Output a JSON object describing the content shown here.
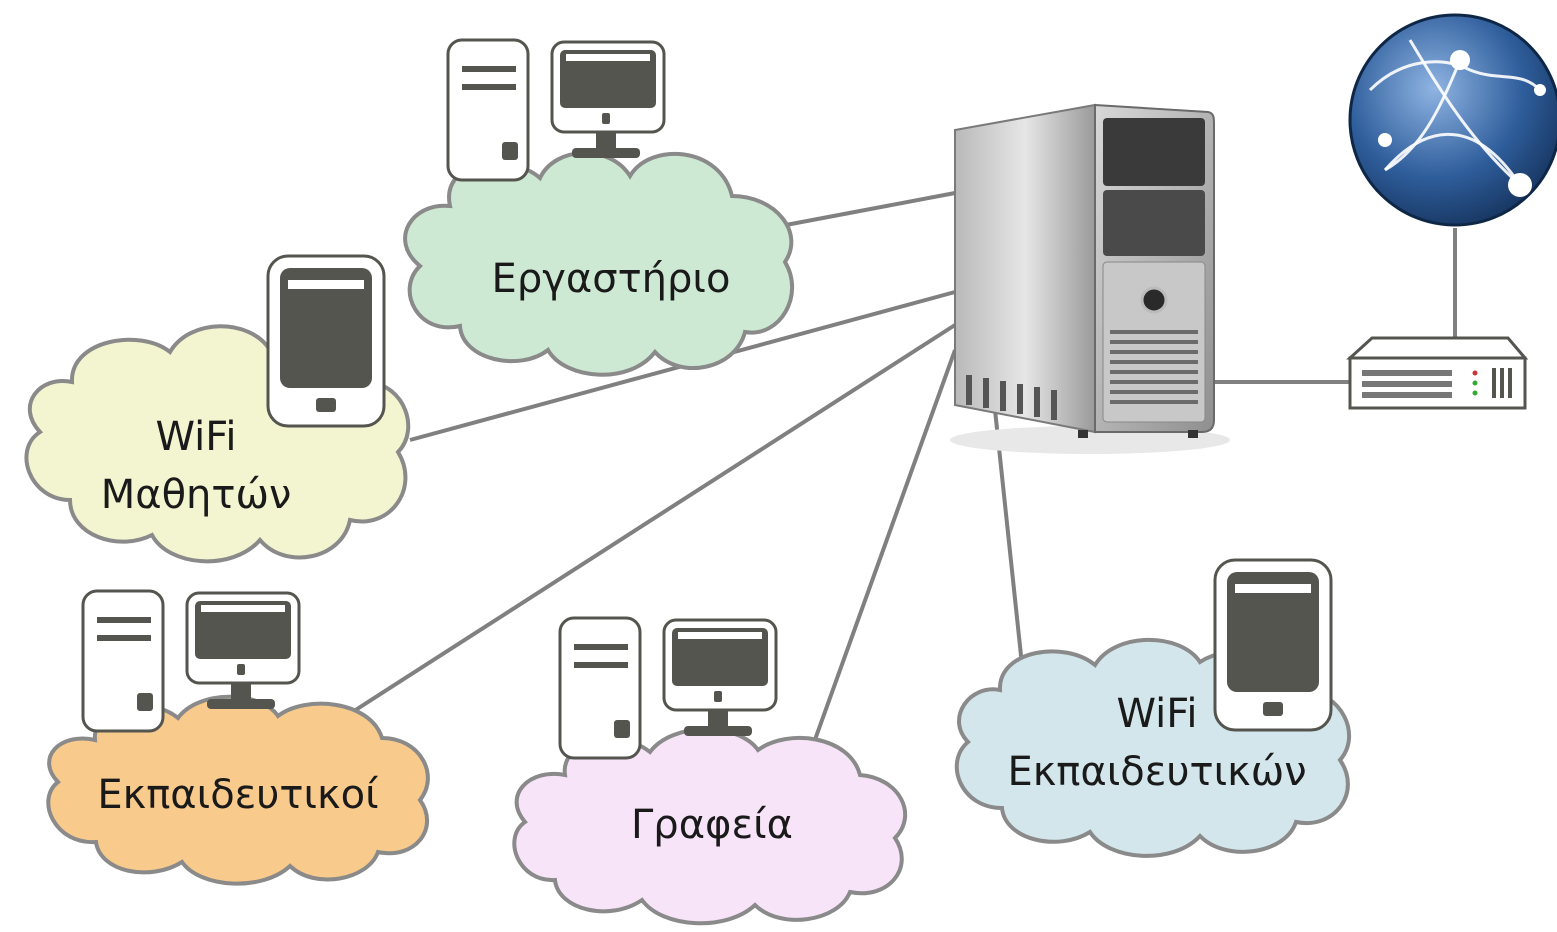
{
  "diagram": {
    "background": "#ffffff",
    "line_color": "#808080",
    "center_node": {
      "icon": "server-tower-icon"
    },
    "internet": {
      "icon": "globe-icon",
      "router_icon": "router-icon"
    },
    "segments": [
      {
        "id": "lab",
        "label_lines": [
          "Εργαστήριο"
        ],
        "fill": "#cde9d3",
        "device_icon": "desktop-computer-icon"
      },
      {
        "id": "wifi-students",
        "label_lines": [
          "WiFi",
          "Μαθητών"
        ],
        "fill": "#f2f5cf",
        "device_icon": "mobile-device-icon"
      },
      {
        "id": "teachers",
        "label_lines": [
          "Εκπαιδευτικοί"
        ],
        "fill": "#f8cb8d",
        "device_icon": "desktop-computer-icon"
      },
      {
        "id": "offices",
        "label_lines": [
          "Γραφεία"
        ],
        "fill": "#f7e4f8",
        "device_icon": "desktop-computer-icon"
      },
      {
        "id": "wifi-teachers",
        "label_lines": [
          "WiFi",
          "Εκπαιδευτικών"
        ],
        "fill": "#d3e6ec",
        "device_icon": "mobile-device-icon"
      }
    ]
  }
}
